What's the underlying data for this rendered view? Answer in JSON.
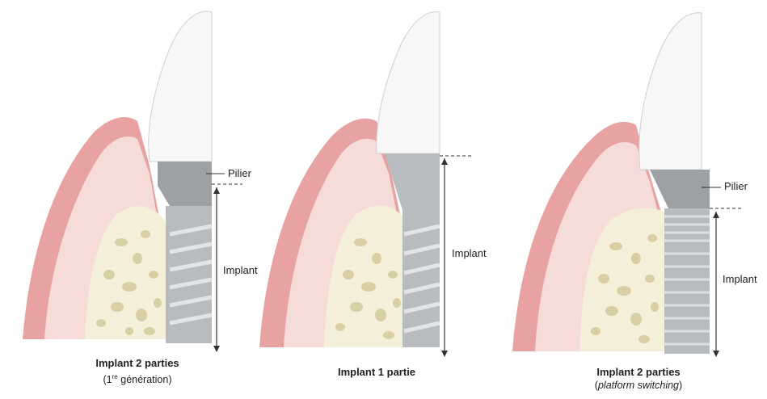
{
  "panels": [
    {
      "title": "Implant 2 parties",
      "subtitle_pre": "(1",
      "subtitle_sup": "re",
      "subtitle_post": " génération)",
      "abutment_label": "Pilier",
      "implant_label": "Implant"
    },
    {
      "title": "Implant 1 partie",
      "implant_label": "Implant"
    },
    {
      "title": "Implant 2 parties",
      "subtitle": "platform switching",
      "subtitle_open": "(",
      "subtitle_close": ")",
      "abutment_label": "Pilier",
      "implant_label": "Implant"
    }
  ],
  "colors": {
    "gum": "#e8a2a2",
    "gum_dark": "#d9797d",
    "mucosa_light": "#f6dcd8",
    "bone": "#f4efd8",
    "bone_pores": "#d8cfa4",
    "crown": "#f7f7f7",
    "abutment": "#9ea1a3",
    "implant": "#b9bcbe",
    "thread": "#cfd2d4"
  }
}
